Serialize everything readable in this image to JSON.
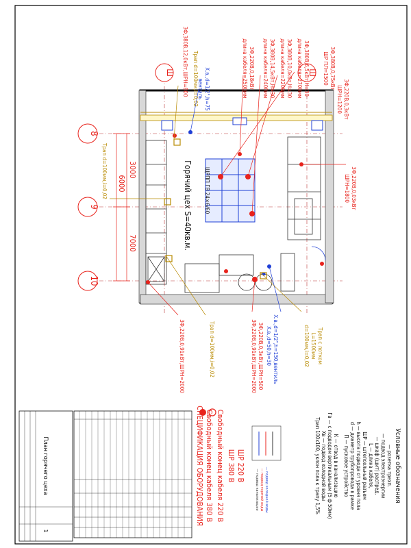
{
  "drawing": {
    "room_label": "Горячий цех S=40кв.м.",
    "panel_label": "ЩРПП ГВ 24×6/60",
    "grid_axes": [
      "8",
      "9",
      "10"
    ],
    "axis_top_labels": [
      "Ш",
      "Ш"
    ],
    "dimensions": [
      "3000",
      "6000",
      "7000"
    ],
    "annotations_red": [
      "3Ф,220В,0,3кВт",
      "ШРН=1200",
      "3Ф,380В,0,75кВт",
      "ШР ПЛ=1500",
      "3Ф,380В,6,5кВт,Н=30",
      "длина кабеля=2700мм",
      "3Ф,380В,10,0кВт,Н=30",
      "длина кабеля=2200мм",
      "3Ф,380В,14,5кВт,Н=30",
      "длина кабеля=2400мм",
      "3Ф,220В,0,18кВт",
      "длина кабеля=2500мм",
      "3Ф,380В,12,0кВт,ШРН=800",
      "3Ф,220В,0,03кВт",
      "ШРН=1800",
      "3Ф,220В,0,3кВт,ШРН=500",
      "3Ф,220В,0,91кВт,ШРН=2000",
      "3Ф,220В,0,91кВт,ШРН=2000"
    ],
    "annotations_blue": [
      "Х.в.,d=1/2\",h=75",
      "вентиль",
      "Х.в.,d=1/2\",h=150,вентиль",
      "Х.в.,d=50,h=30"
    ],
    "annotations_gold": [
      "Трап d=100мм,i=0,02",
      "Трап d=100мм,i=0,02",
      "Трап d=100мм,i=0,02",
      "Трап с лотком",
      "L=1500мм",
      "d=100мм,i=0,02"
    ]
  },
  "legend": {
    "title": "Условные обозначения",
    "items": [
      "— розетка трехп.",
      "— подвод электроэнергии",
      "— шкаф (щит) распред.",
      "L — длина кабеля,",
      "ШР — штепсельный разъем",
      "h — высота подвода от уровня пола",
      "d — диаметр трубопровода в рамке",
      "П — пусковое устройство",
      "К — отвод в канализацию",
      "Гв — с подводом вертикальным (5 ф 50мм)",
      "Хв — подвод холодной воды",
      "Трап 100х100, уклон пола к трапу 1,5%"
    ],
    "symbols": [
      "ШР 220 В",
      "ШР 380 В",
      "Свободный конец кабеля 220 В",
      "Свободный конец кабеля 380 В"
    ],
    "spec_title": "СПЕЦИФИКАЦИЯ ОБОРУДОВАНИЯ"
  },
  "inset_legend": [
    "— подвод холодной воды",
    "— подвод горячей воды",
    "— подвод канализации"
  ],
  "title_block": {
    "sheet_title": "План горячего цеха",
    "sheet_no": "1"
  },
  "colors": {
    "frame": "#000000",
    "walls": "#1a1a1a",
    "red": "#e8231c",
    "blue": "#1f3fd6",
    "gold": "#b88a00",
    "grey": "#8a8a8a"
  }
}
